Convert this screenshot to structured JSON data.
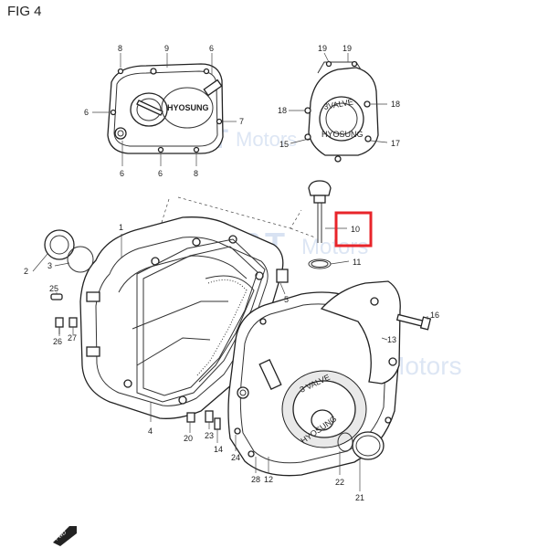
{
  "figure": {
    "title": "FIG 4"
  },
  "watermark": {
    "brand": "S&T",
    "suffix": "Motors"
  },
  "cover_text": {
    "hyosung": "HYOSUNG",
    "valve": "3 VALVE",
    "valve_compact": "3VALVE"
  },
  "fwd_label": "FWD",
  "highlight": {
    "part": "10",
    "color": "#e8242a"
  },
  "callouts": [
    "1",
    "2",
    "3",
    "4",
    "5",
    "6",
    "7",
    "8",
    "9",
    "10",
    "11",
    "12",
    "13",
    "14",
    "15",
    "16",
    "17",
    "18",
    "19",
    "20",
    "21",
    "22",
    "23",
    "24",
    "25",
    "26",
    "27",
    "28"
  ]
}
